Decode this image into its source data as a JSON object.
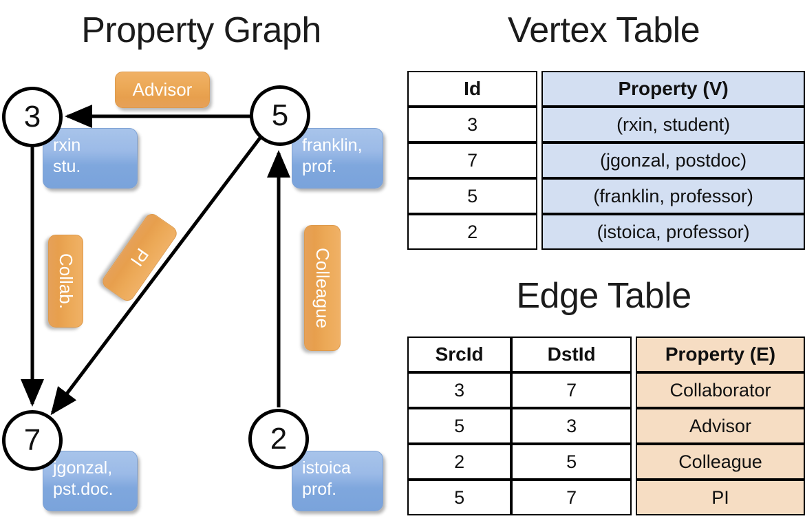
{
  "titles": {
    "property_graph": "Property Graph",
    "vertex_table": "Vertex Table",
    "edge_table": "Edge Table"
  },
  "graph": {
    "nodes": [
      {
        "id": "3",
        "prop_line1": "rxin",
        "prop_line2": "stu."
      },
      {
        "id": "5",
        "prop_line1": "franklin,",
        "prop_line2": "prof."
      },
      {
        "id": "7",
        "prop_line1": "jgonzal,",
        "prop_line2": "pst.doc."
      },
      {
        "id": "2",
        "prop_line1": "istoica",
        "prop_line2": "prof."
      }
    ],
    "edge_labels": {
      "advisor": "Advisor",
      "collab": "Collab.",
      "pi": "PI",
      "colleague": "Colleague"
    },
    "edges": [
      {
        "src": "5",
        "dst": "3",
        "label": "Advisor"
      },
      {
        "src": "3",
        "dst": "7",
        "label": "Collab."
      },
      {
        "src": "5",
        "dst": "7",
        "label": "PI"
      },
      {
        "src": "2",
        "dst": "5",
        "label": "Colleague"
      }
    ]
  },
  "vertex_table": {
    "headers": [
      "Id",
      "Property (V)"
    ],
    "rows": [
      {
        "id": "3",
        "property": "(rxin, student)"
      },
      {
        "id": "7",
        "property": "(jgonzal, postdoc)"
      },
      {
        "id": "5",
        "property": "(franklin, professor)"
      },
      {
        "id": "2",
        "property": "(istoica, professor)"
      }
    ]
  },
  "edge_table": {
    "headers": [
      "SrcId",
      "DstId",
      "Property (E)"
    ],
    "rows": [
      {
        "src": "3",
        "dst": "7",
        "property": "Collaborator"
      },
      {
        "src": "5",
        "dst": "3",
        "property": "Advisor"
      },
      {
        "src": "2",
        "dst": "5",
        "property": "Colleague"
      },
      {
        "src": "5",
        "dst": "7",
        "property": "PI"
      }
    ]
  },
  "colors": {
    "vertex_property_fill": "#d3dff2",
    "edge_property_fill": "#f6ddc3",
    "node_box_blue": "#8cb0e2",
    "edge_label_orange": "#eca957",
    "stroke": "#000000"
  }
}
